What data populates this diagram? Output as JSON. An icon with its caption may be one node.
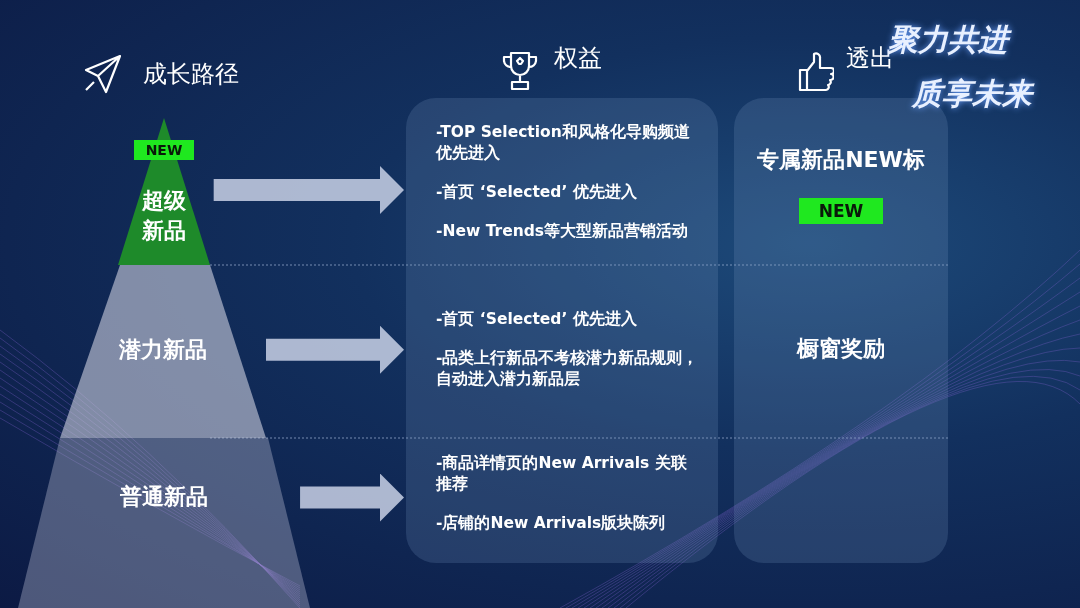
{
  "diagram": {
    "nodes": [
      {
        "text": [
          "超级新品"
        ]
      },
      {
        "text": [
          "NEW"
        ],
        "in": 0
      },
      {
        "text": [
          "潜力新品"
        ]
      },
      {
        "text": [
          "普通新品"
        ]
      },
      {
        "text": [
          "权益"
        ]
      },
      {
        "text": [
          "-TOP Selection和风格化导购频道优先进入",
          "-首页 ‘Selected’ 优先进入",
          "-New Trends等大型新品营销活动"
        ],
        "in": 4
      },
      {
        "text": [
          "-首页 ‘Selected’ 优先进入",
          "-品类上行新品不考核潜力新品规则，自动进入潜力新品层"
        ],
        "in": 4
      },
      {
        "text": [
          "-商品详情页的New Arrivals 关联推荐",
          "-店铺的New Arrivals版块陈列"
        ],
        "in": 4
      },
      {
        "text": [
          "透出"
        ]
      },
      {
        "text": [
          "专属新品NEW标"
        ],
        "in": 8
      },
      {
        "text": [
          "NEW"
        ],
        "in": 9
      },
      {
        "text": [
          "橱窗奖励"
        ],
        "in": 8
      }
    ],
    "edges": [
      {
        "from": 0,
        "to": 5,
        "arrow": "to"
      },
      {
        "from": 2,
        "to": 6,
        "arrow": "to"
      },
      {
        "from": 3,
        "to": 7,
        "arrow": "to"
      }
    ],
    "labels": [
      "成长路径",
      "聚力共进",
      "质享未来"
    ]
  }
}
